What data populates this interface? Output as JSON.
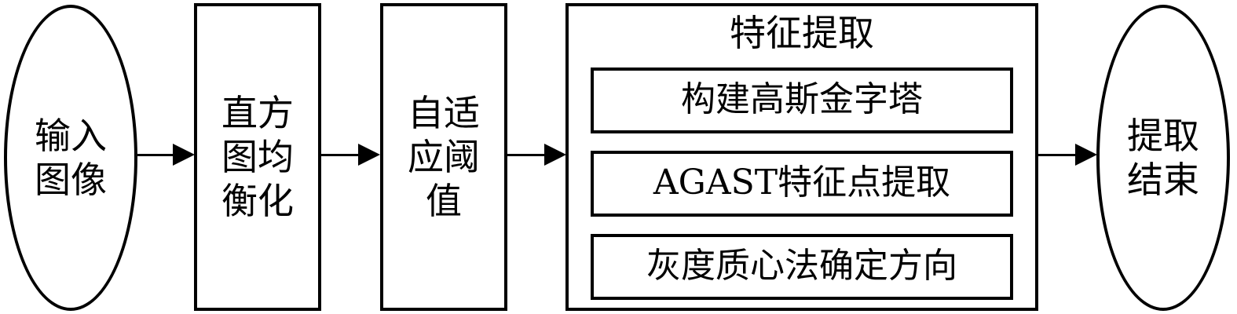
{
  "colors": {
    "stroke": "#000000",
    "fill": "#ffffff",
    "text": "#000000"
  },
  "nodes": {
    "start": {
      "label": "输入\n图像",
      "shape": "ellipse"
    },
    "histogram": {
      "label": "直方\n图均\n衡化",
      "shape": "rectangle"
    },
    "threshold": {
      "label": "自适\n应阈\n值",
      "shape": "rectangle"
    },
    "feature": {
      "title": "特征提取",
      "shape": "rectangle",
      "steps": [
        {
          "label": "构建高斯金字塔"
        },
        {
          "label": "AGAST特征点提取"
        },
        {
          "label": "灰度质心法确定方向"
        }
      ]
    },
    "end": {
      "label": "提取\n结束",
      "shape": "ellipse"
    }
  },
  "edges": [
    {
      "from": "start",
      "to": "histogram"
    },
    {
      "from": "histogram",
      "to": "threshold"
    },
    {
      "from": "threshold",
      "to": "feature"
    },
    {
      "from": "feature",
      "to": "end"
    }
  ]
}
